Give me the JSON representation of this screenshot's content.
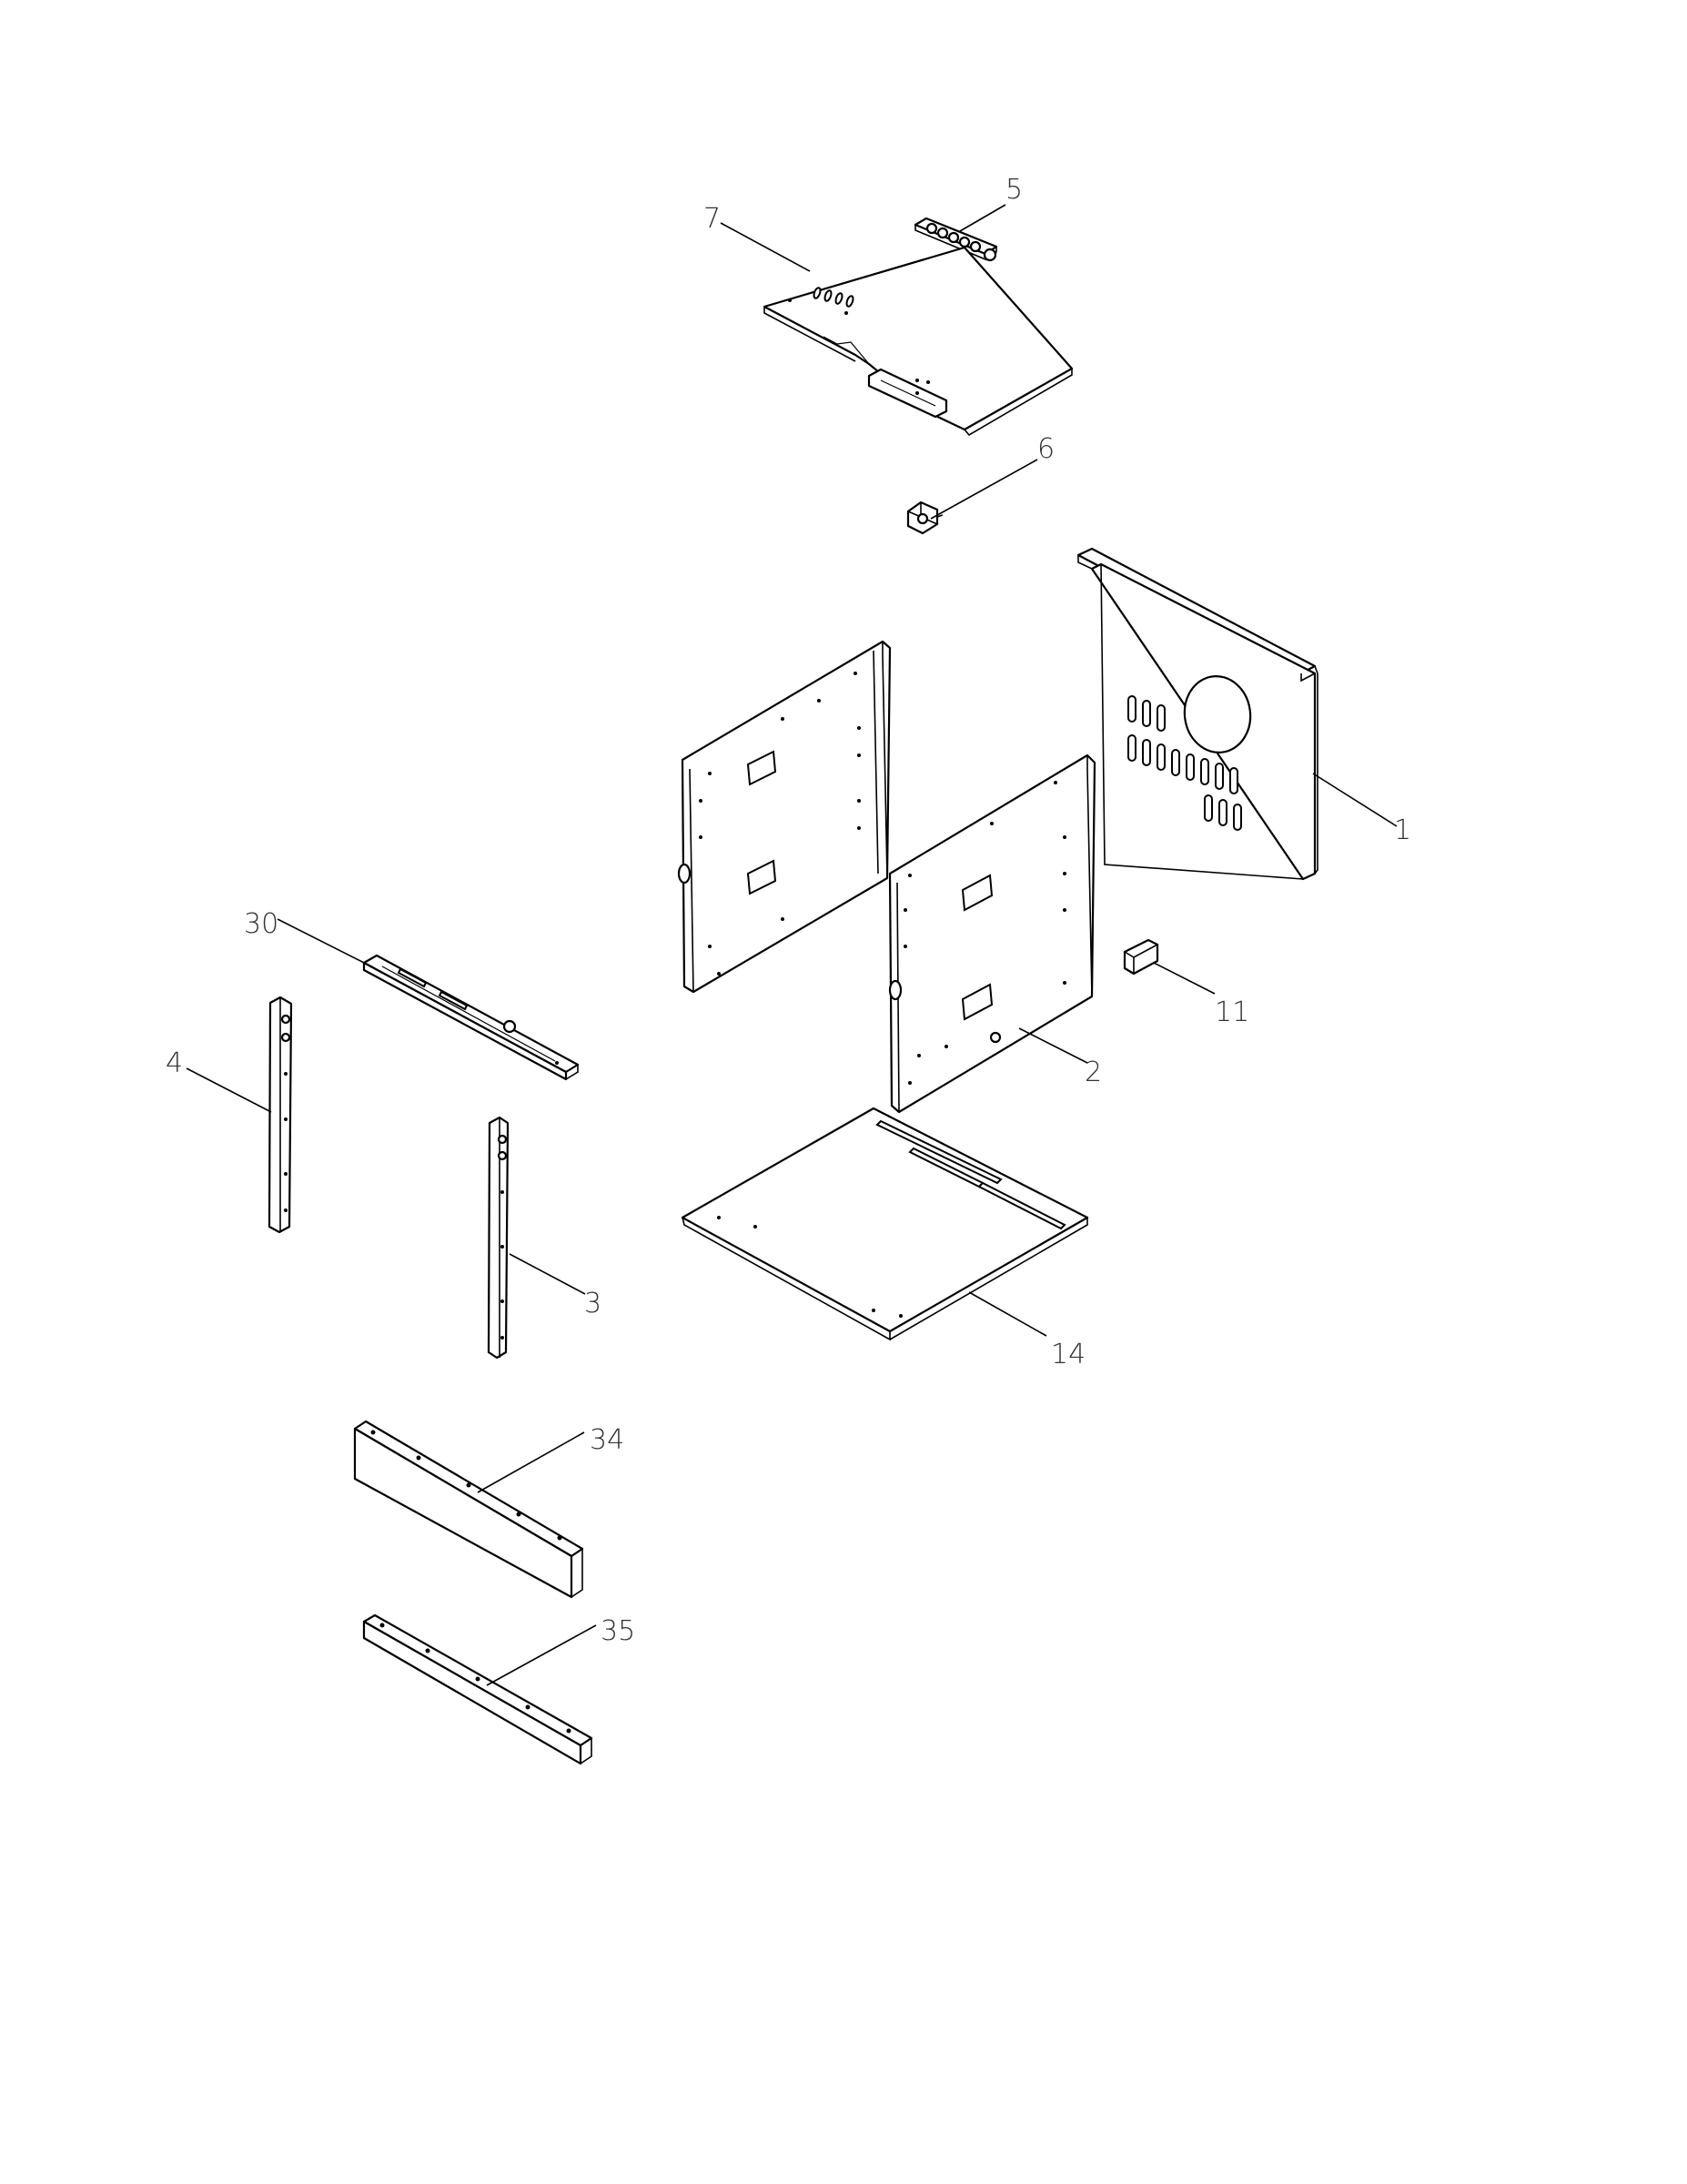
{
  "colors": {
    "line": "#000000",
    "text": "#333333",
    "background": "#ffffff"
  },
  "callouts": [
    {
      "id": "1",
      "label": "1"
    },
    {
      "id": "2",
      "label": "2"
    },
    {
      "id": "3",
      "label": "3"
    },
    {
      "id": "4",
      "label": "4"
    },
    {
      "id": "5",
      "label": "5"
    },
    {
      "id": "6",
      "label": "6"
    },
    {
      "id": "7",
      "label": "7"
    },
    {
      "id": "11",
      "label": "11"
    },
    {
      "id": "14",
      "label": "14"
    },
    {
      "id": "30",
      "label": "30"
    },
    {
      "id": "34",
      "label": "34"
    },
    {
      "id": "35",
      "label": "35"
    }
  ]
}
